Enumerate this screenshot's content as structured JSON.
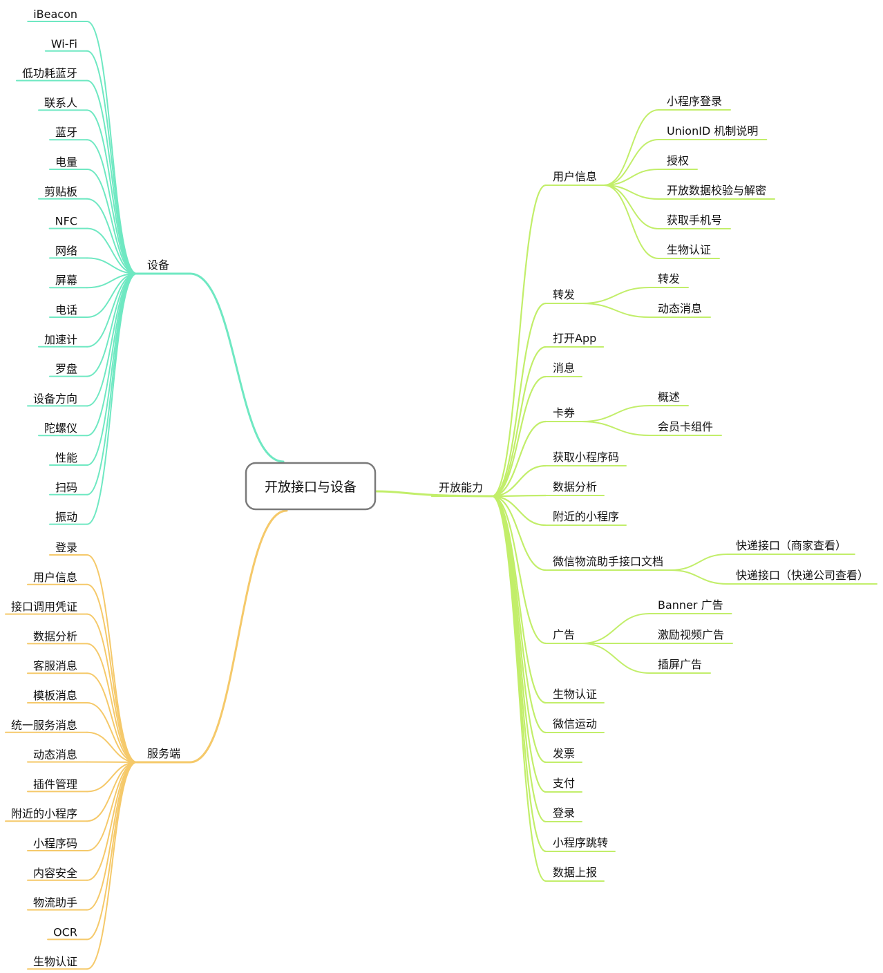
{
  "root": {
    "label": "开放接口与设备"
  },
  "branches": [
    {
      "id": "device",
      "label": "设备",
      "color": "#6FE8C2",
      "children": [
        "iBeacon",
        "Wi-Fi",
        "低功耗蓝牙",
        "联系人",
        "蓝牙",
        "电量",
        "剪贴板",
        "NFC",
        "网络",
        "屏幕",
        "电话",
        "加速计",
        "罗盘",
        "设备方向",
        "陀螺仪",
        "性能",
        "扫码",
        "振动"
      ]
    },
    {
      "id": "server",
      "label": "服务端",
      "color": "#F5C96A",
      "children": [
        "登录",
        "用户信息",
        "接口调用凭证",
        "数据分析",
        "客服消息",
        "模板消息",
        "统一服务消息",
        "动态消息",
        "插件管理",
        "附近的小程序",
        "小程序码",
        "内容安全",
        "物流助手",
        "OCR",
        "生物认证"
      ]
    },
    {
      "id": "open",
      "label": "开放能力",
      "color": "#C2EE6A",
      "children": [
        {
          "label": "用户信息",
          "children": [
            "小程序登录",
            "UnionID 机制说明",
            "授权",
            "开放数据校验与解密",
            "获取手机号",
            "生物认证"
          ]
        },
        {
          "label": "转发",
          "children": [
            "转发",
            "动态消息"
          ]
        },
        {
          "label": "打开App"
        },
        {
          "label": "消息"
        },
        {
          "label": "卡券",
          "children": [
            "概述",
            "会员卡组件"
          ]
        },
        {
          "label": "获取小程序码"
        },
        {
          "label": "数据分析"
        },
        {
          "label": "附近的小程序"
        },
        {
          "label": "微信物流助手接口文档",
          "children": [
            "快递接口（商家查看）",
            "快递接口（快递公司查看）"
          ]
        },
        {
          "label": "广告",
          "children": [
            "Banner 广告",
            "激励视频广告",
            "插屏广告"
          ]
        },
        {
          "label": "生物认证"
        },
        {
          "label": "微信运动"
        },
        {
          "label": "发票"
        },
        {
          "label": "支付"
        },
        {
          "label": "登录"
        },
        {
          "label": "小程序跳转"
        },
        {
          "label": "数据上报"
        }
      ]
    }
  ]
}
